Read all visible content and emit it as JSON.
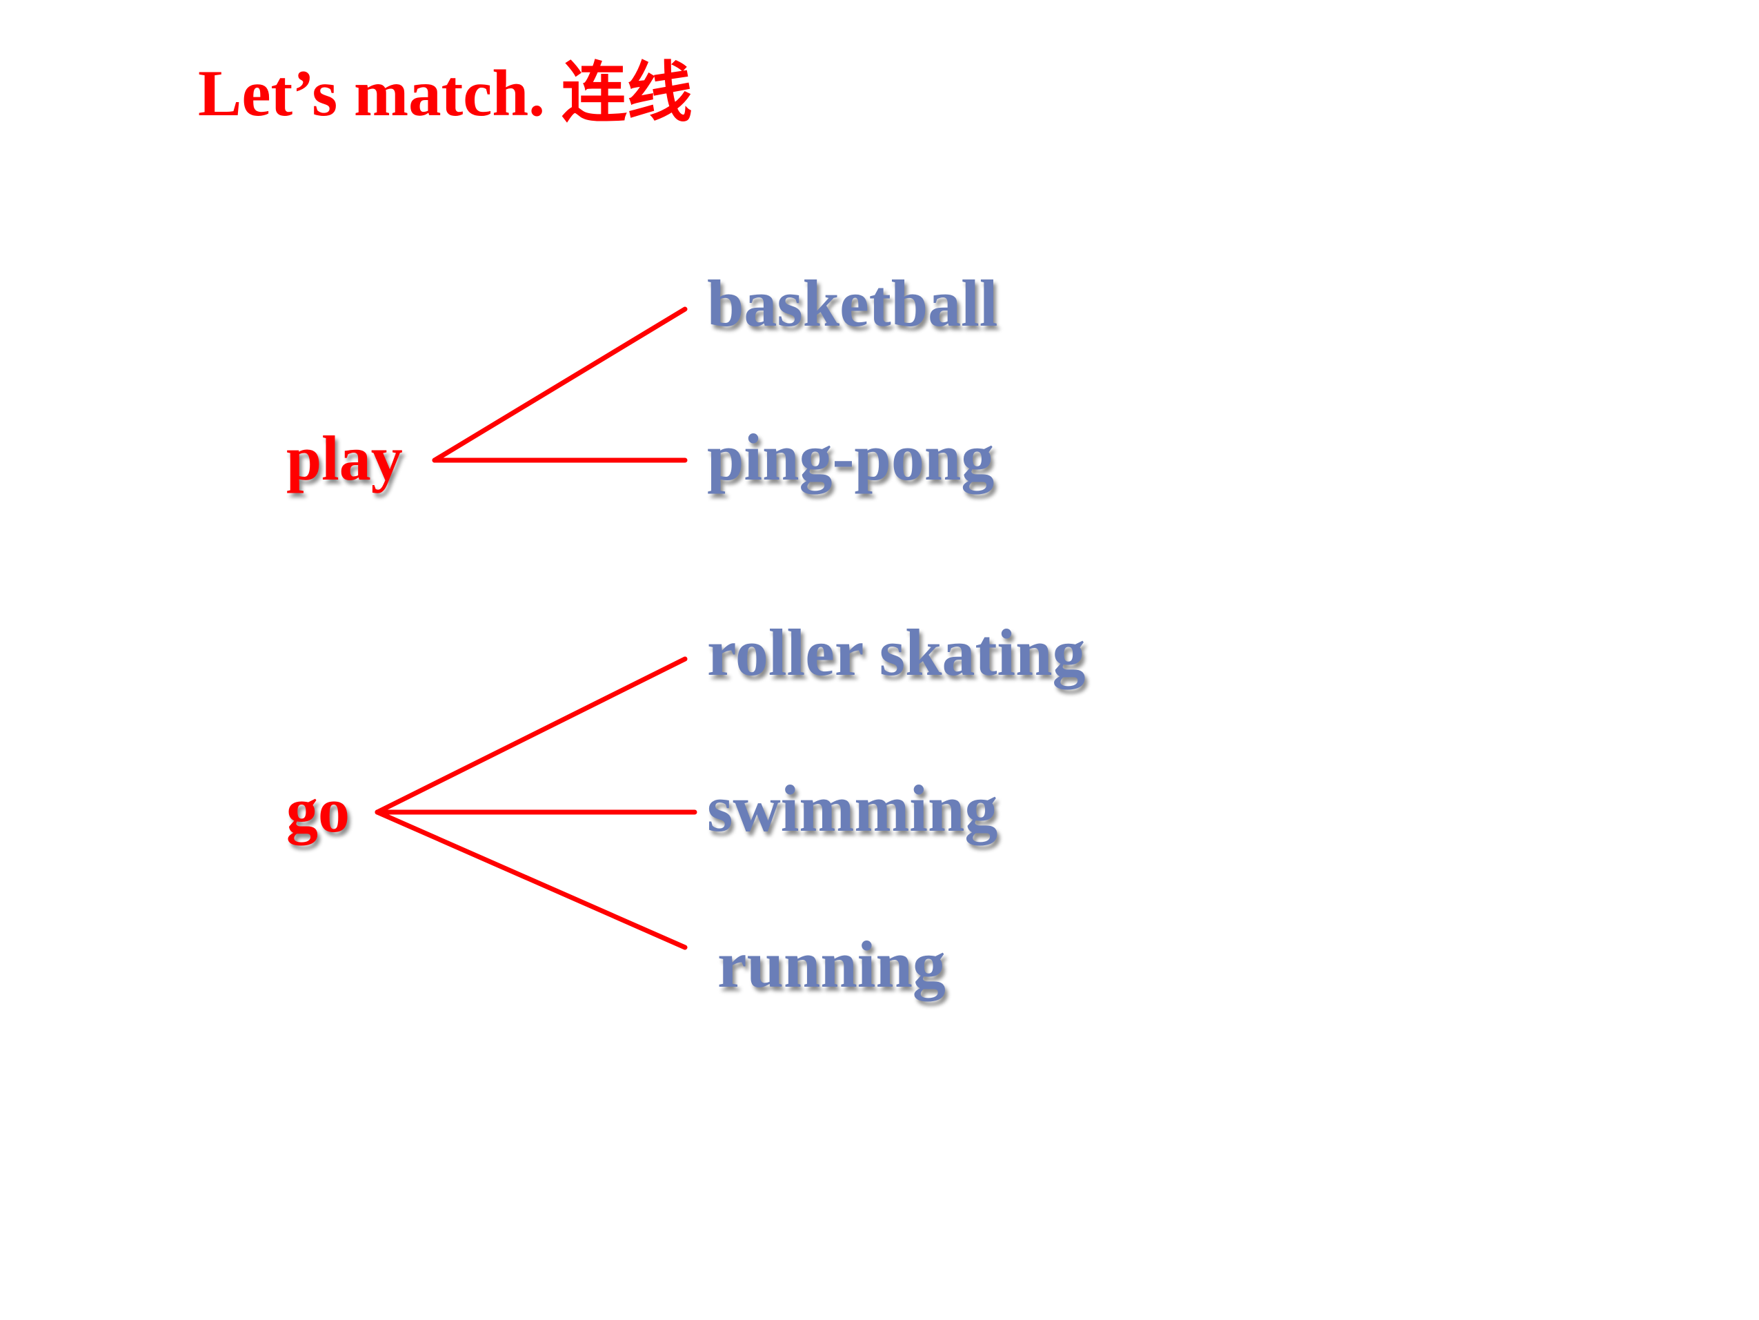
{
  "title": "Let’s match. 连线",
  "colors": {
    "accent": "#ff0000",
    "word": "#6a7eb8",
    "background": "#ffffff"
  },
  "verbs": [
    "play",
    "go"
  ],
  "objects": [
    "basketball",
    "ping-pong",
    "roller skating",
    "swimming",
    "running"
  ],
  "matches": [
    {
      "from": "play",
      "to": "basketball"
    },
    {
      "from": "play",
      "to": "ping-pong"
    },
    {
      "from": "go",
      "to": "roller skating"
    },
    {
      "from": "go",
      "to": "swimming"
    },
    {
      "from": "go",
      "to": "running"
    }
  ]
}
